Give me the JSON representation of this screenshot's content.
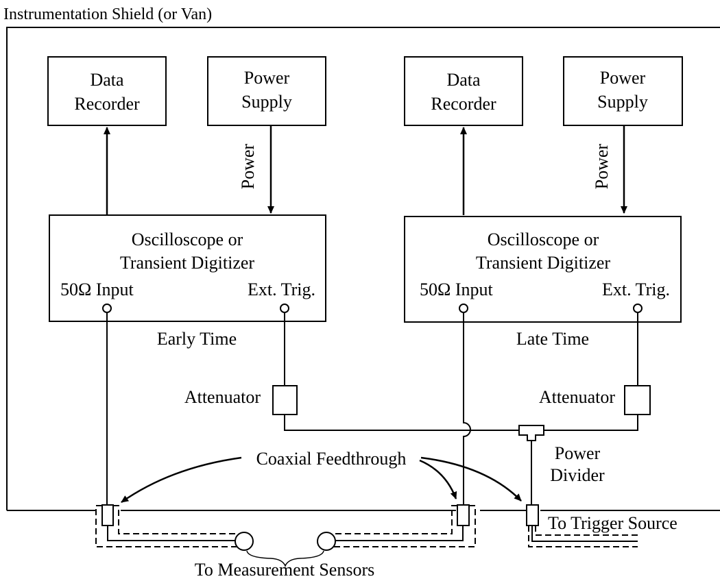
{
  "shield_label": "Instrumentation Shield (or Van)",
  "left_system": {
    "recorder": {
      "line1": "Data",
      "line2": "Recorder"
    },
    "supply": {
      "line1": "Power",
      "line2": "Supply"
    },
    "power_label": "Power",
    "scope": {
      "line1": "Oscilloscope or",
      "line2": "Transient Digitizer"
    },
    "input_label": "50Ω Input",
    "trigger_label": "Ext. Trig.",
    "time_label": "Early Time",
    "attenuator_label": "Attenuator"
  },
  "right_system": {
    "recorder": {
      "line1": "Data",
      "line2": "Recorder"
    },
    "supply": {
      "line1": "Power",
      "line2": "Supply"
    },
    "power_label": "Power",
    "scope": {
      "line1": "Oscilloscope or",
      "line2": "Transient Digitizer"
    },
    "input_label": "50Ω Input",
    "trigger_label": "Ext. Trig.",
    "time_label": "Late Time",
    "attenuator_label": "Attenuator"
  },
  "feedthrough_label": "Coaxial Feedthrough",
  "power_divider": {
    "line1": "Power",
    "line2": "Divider"
  },
  "trigger_source_label": "To Trigger Source",
  "sensors_label": "To Measurement Sensors"
}
